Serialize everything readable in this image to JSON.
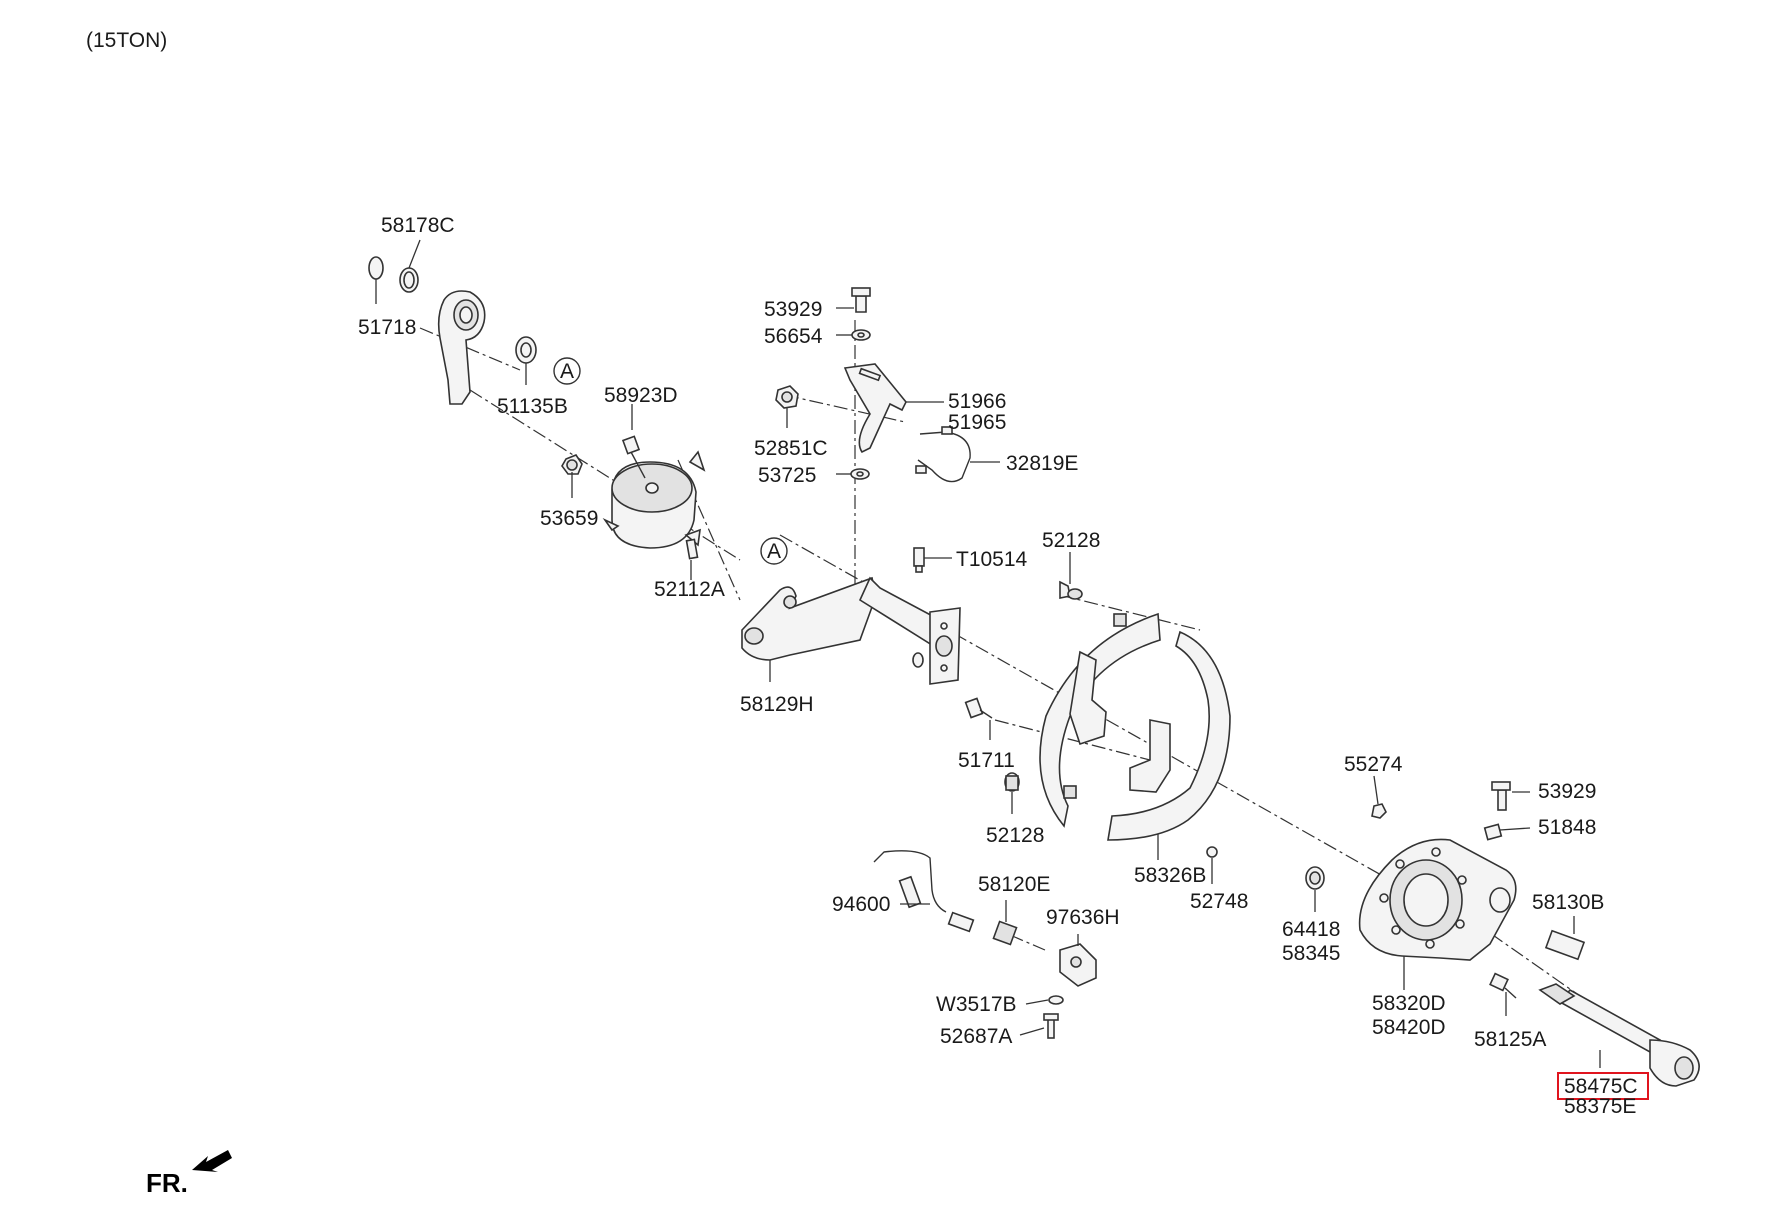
{
  "header": {
    "variant": "(15TON)"
  },
  "orientation": {
    "label": "FR."
  },
  "highlight_color": "#e0141e",
  "callouts": [
    {
      "id": "c1",
      "text": "58178C"
    },
    {
      "id": "c2",
      "text": "51718"
    },
    {
      "id": "c3",
      "text": "51135B"
    },
    {
      "id": "c4",
      "text": "58923D"
    },
    {
      "id": "c5",
      "text": "53659"
    },
    {
      "id": "c6",
      "text": "52112A"
    },
    {
      "id": "c7",
      "text": "58129H"
    },
    {
      "id": "c8",
      "text": "53929"
    },
    {
      "id": "c9",
      "text": "56654"
    },
    {
      "id": "c10",
      "text": "51966"
    },
    {
      "id": "c11",
      "text": "51965"
    },
    {
      "id": "c12",
      "text": "52851C"
    },
    {
      "id": "c13",
      "text": "53725"
    },
    {
      "id": "c14",
      "text": "32819E"
    },
    {
      "id": "c15",
      "text": "T10514"
    },
    {
      "id": "c16",
      "text": "52128"
    },
    {
      "id": "c17",
      "text": "51711"
    },
    {
      "id": "c18",
      "text": "52128"
    },
    {
      "id": "c19",
      "text": "58326B"
    },
    {
      "id": "c20",
      "text": "52748"
    },
    {
      "id": "c21",
      "text": "55274"
    },
    {
      "id": "c22",
      "text": "53929"
    },
    {
      "id": "c23",
      "text": "51848"
    },
    {
      "id": "c24",
      "text": "58130B"
    },
    {
      "id": "c25",
      "text": "64418"
    },
    {
      "id": "c26",
      "text": "58345"
    },
    {
      "id": "c27",
      "text": "58320D"
    },
    {
      "id": "c28",
      "text": "58420D"
    },
    {
      "id": "c29",
      "text": "58125A"
    },
    {
      "id": "c30",
      "text": "58475C",
      "highlighted": true
    },
    {
      "id": "c31",
      "text": "58375E"
    },
    {
      "id": "c32",
      "text": "94600"
    },
    {
      "id": "c33",
      "text": "58120E"
    },
    {
      "id": "c34",
      "text": "97636H"
    },
    {
      "id": "c35",
      "text": "W3517B"
    },
    {
      "id": "c36",
      "text": "52687A"
    }
  ],
  "reference_marks": [
    {
      "id": "ref-a-1",
      "text": "A"
    },
    {
      "id": "ref-a-2",
      "text": "A"
    }
  ]
}
